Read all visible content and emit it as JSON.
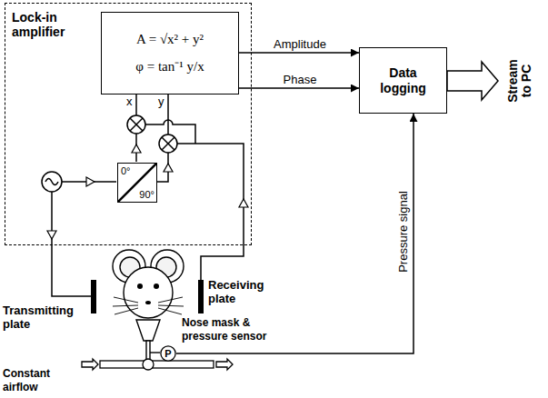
{
  "diagram": {
    "nodes": [
      {
        "text": [
          "Lock-in amplifier"
        ]
      },
      {
        "text": [
          "A = √x² + y²",
          "φ = tan⁻¹ y/x"
        ],
        "in": 0
      },
      {
        "text": [
          "0°",
          "90°"
        ],
        "in": 0
      },
      {
        "text": [
          "Data logging"
        ]
      },
      {
        "text": [
          "P"
        ]
      }
    ],
    "edges": [
      {
        "from": 1,
        "to": 3,
        "label": "Amplitude",
        "arrow": "to"
      },
      {
        "from": 1,
        "to": 3,
        "label": "Phase",
        "arrow": "to"
      },
      {
        "from": 4,
        "to": 3,
        "label": "Pressure signal",
        "arrow": "to"
      }
    ],
    "labels": [
      "x",
      "y",
      "Transmitting plate",
      "Receiving plate",
      "Nose mask & pressure sensor",
      "Constant airflow",
      "Stream to PC"
    ]
  }
}
